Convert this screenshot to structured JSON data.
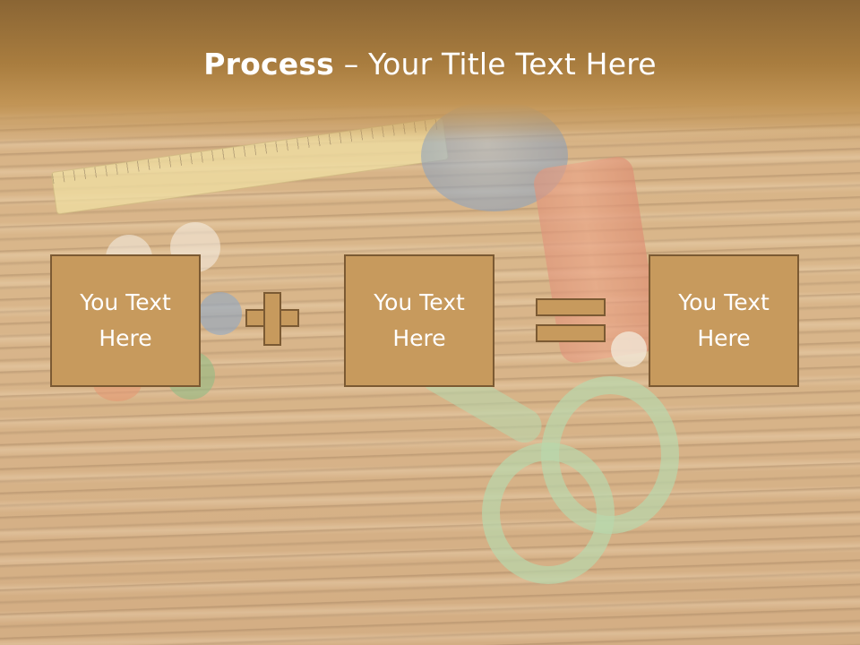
{
  "slide": {
    "title_bold": "Process",
    "title_rest": " – Your Title Text Here"
  },
  "process": {
    "boxes": [
      {
        "text": "You Text\nHere"
      },
      {
        "text": "You Text\nHere"
      },
      {
        "text": "You Text\nHere"
      }
    ],
    "operators": [
      "plus",
      "equals"
    ]
  },
  "colors": {
    "title_band": "#a97d3f",
    "box_fill": "#c79a5d",
    "box_border": "#7b5a33",
    "text": "#ffffff"
  }
}
